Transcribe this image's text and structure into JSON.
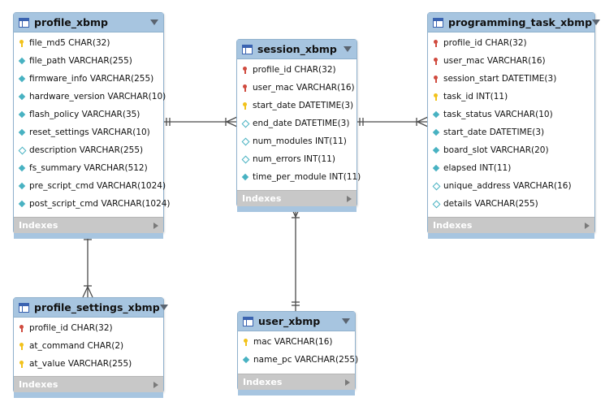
{
  "tables": {
    "profile_xbmp": {
      "name": "profile_xbmp",
      "indexes_label": "Indexes",
      "columns": [
        {
          "icon": "key-pk",
          "label": "file_md5 CHAR(32)"
        },
        {
          "icon": "diamond-filled",
          "label": "file_path VARCHAR(255)"
        },
        {
          "icon": "diamond-filled",
          "label": "firmware_info VARCHAR(255)"
        },
        {
          "icon": "diamond-filled",
          "label": "hardware_version VARCHAR(10)"
        },
        {
          "icon": "diamond-filled",
          "label": "flash_policy VARCHAR(35)"
        },
        {
          "icon": "diamond-filled",
          "label": "reset_settings VARCHAR(10)"
        },
        {
          "icon": "diamond-empty",
          "label": "description VARCHAR(255)"
        },
        {
          "icon": "diamond-filled",
          "label": "fs_summary VARCHAR(512)"
        },
        {
          "icon": "diamond-filled",
          "label": "pre_script_cmd VARCHAR(1024)"
        },
        {
          "icon": "diamond-filled",
          "label": "post_script_cmd VARCHAR(1024)"
        }
      ]
    },
    "session_xbmp": {
      "name": "session_xbmp",
      "indexes_label": "Indexes",
      "columns": [
        {
          "icon": "key-fk",
          "label": "profile_id CHAR(32)"
        },
        {
          "icon": "key-fk",
          "label": "user_mac VARCHAR(16)"
        },
        {
          "icon": "key-pk",
          "label": "start_date DATETIME(3)"
        },
        {
          "icon": "diamond-empty",
          "label": "end_date DATETIME(3)"
        },
        {
          "icon": "diamond-empty",
          "label": "num_modules INT(11)"
        },
        {
          "icon": "diamond-empty",
          "label": "num_errors INT(11)"
        },
        {
          "icon": "diamond-filled",
          "label": "time_per_module INT(11)"
        }
      ]
    },
    "programming_task_xbmp": {
      "name": "programming_task_xbmp",
      "indexes_label": "Indexes",
      "columns": [
        {
          "icon": "key-fk",
          "label": "profile_id CHAR(32)"
        },
        {
          "icon": "key-fk",
          "label": "user_mac VARCHAR(16)"
        },
        {
          "icon": "key-fk",
          "label": "session_start DATETIME(3)"
        },
        {
          "icon": "key-pk",
          "label": "task_id INT(11)"
        },
        {
          "icon": "diamond-filled",
          "label": "task_status VARCHAR(10)"
        },
        {
          "icon": "diamond-filled",
          "label": "start_date DATETIME(3)"
        },
        {
          "icon": "diamond-filled",
          "label": "board_slot VARCHAR(20)"
        },
        {
          "icon": "diamond-filled",
          "label": "elapsed INT(11)"
        },
        {
          "icon": "diamond-empty",
          "label": "unique_address VARCHAR(16)"
        },
        {
          "icon": "diamond-empty",
          "label": "details VARCHAR(255)"
        }
      ]
    },
    "profile_settings_xbmp": {
      "name": "profile_settings_xbmp",
      "indexes_label": "Indexes",
      "columns": [
        {
          "icon": "key-fk",
          "label": "profile_id CHAR(32)"
        },
        {
          "icon": "key-pk",
          "label": "at_command CHAR(2)"
        },
        {
          "icon": "key-pk",
          "label": "at_value VARCHAR(255)"
        }
      ]
    },
    "user_xbmp": {
      "name": "user_xbmp",
      "indexes_label": "Indexes",
      "columns": [
        {
          "icon": "key-pk",
          "label": "mac VARCHAR(16)"
        },
        {
          "icon": "diamond-filled",
          "label": "name_pc VARCHAR(255)"
        }
      ]
    }
  },
  "colors": {
    "header": "#a7c5e0",
    "border": "#8fb0cc",
    "indexes_bar": "#c8c8c8",
    "connector": "#4a4a4a",
    "pk_key": "#f2c21b",
    "fk_key": "#d04b3f",
    "column_diamond": "#48b2c2"
  },
  "relationships": [
    {
      "from": "profile_xbmp",
      "to": "session_xbmp",
      "cardinality": "one-to-many"
    },
    {
      "from": "session_xbmp",
      "to": "programming_task_xbmp",
      "cardinality": "one-to-many"
    },
    {
      "from": "profile_xbmp",
      "to": "profile_settings_xbmp",
      "cardinality": "one-to-many"
    },
    {
      "from": "user_xbmp",
      "to": "session_xbmp",
      "cardinality": "one-to-many"
    }
  ]
}
